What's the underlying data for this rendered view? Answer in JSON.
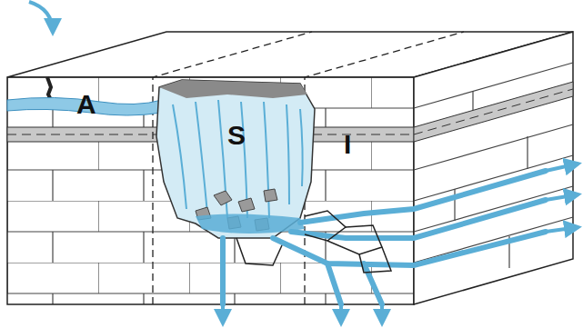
{
  "diagram": {
    "labels": [
      "A",
      "S",
      "I"
    ]
  }
}
